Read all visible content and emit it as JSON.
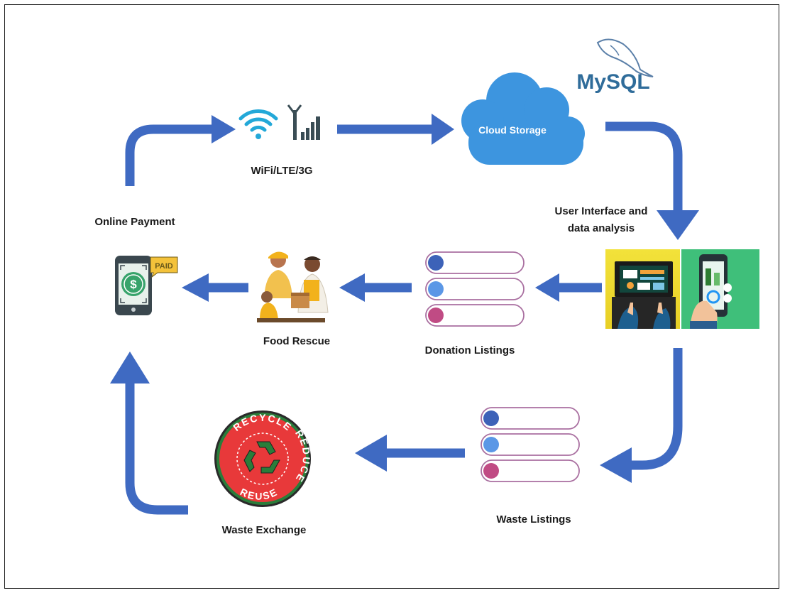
{
  "colors": {
    "arrow": "#3f6ac2",
    "cloud": "#3d95df",
    "pill_dot_1": "#3d62b8",
    "pill_dot_2": "#5b97e6",
    "pill_dot_3": "#c04b84",
    "pill_border": "#a96fa0",
    "recycle_red": "#e8393a",
    "recycle_green": "#2a7d3a"
  },
  "nodes": {
    "network": {
      "label": "WiFi/LTE/3G",
      "icons": [
        "wifi-icon",
        "cell-signal-icon"
      ]
    },
    "cloud": {
      "label": "Cloud Storage"
    },
    "mysql": {
      "logo_text": "MySQL"
    },
    "ui": {
      "label_line1": "User Interface and",
      "label_line2": "data analysis"
    },
    "donation": {
      "label": "Donation Listings"
    },
    "food": {
      "label": "Food Rescue"
    },
    "payment": {
      "label": "Online Payment",
      "badge": "PAID",
      "currency_symbol": "$"
    },
    "waste": {
      "label": "Waste Listings"
    },
    "exchange": {
      "label": "Waste Exchange",
      "ring_text": [
        "RECYCLE",
        "REDUCE",
        "REUSE"
      ]
    }
  }
}
